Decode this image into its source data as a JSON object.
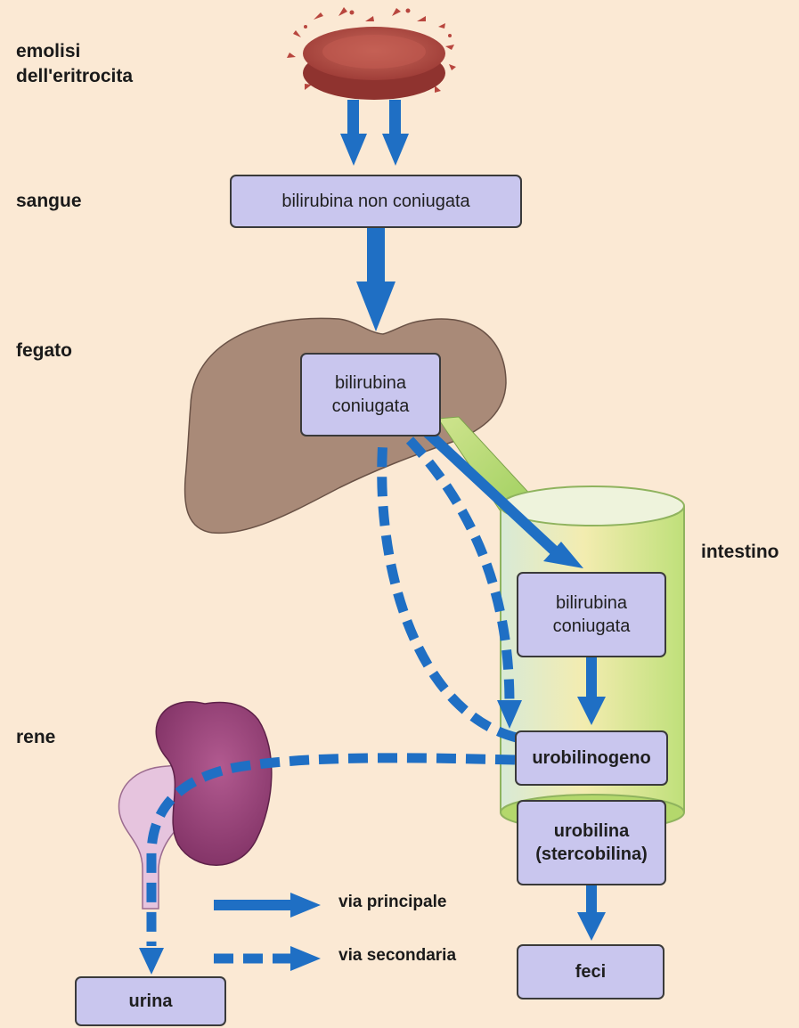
{
  "side_labels": {
    "emolisi": "emolisi\ndell'eritrocita",
    "sangue": "sangue",
    "fegato": "fegato",
    "intestino": "intestino",
    "rene": "rene"
  },
  "boxes": {
    "blood_bilirubin": "bilirubina non coniugata",
    "liver_bilirubin": "bilirubina\nconiugata",
    "intestine_bilirubin": "bilirubina\nconiugata",
    "urobilinogen": "urobilinogeno",
    "urobilin": "urobilina\n(stercobilina)",
    "feces": "feci",
    "urine": "urina"
  },
  "legend": {
    "main_path": "via principale",
    "secondary_path": "via secondaria"
  },
  "colors": {
    "background": "#fbe9d4",
    "arrow_blue": "#1f6fc4",
    "box_fill": "#c9c6ee",
    "liver": "#a98a78",
    "kidney": "#9a3f78",
    "intestine_green": "#c5df7a",
    "erythrocyte": "#b5463f"
  }
}
